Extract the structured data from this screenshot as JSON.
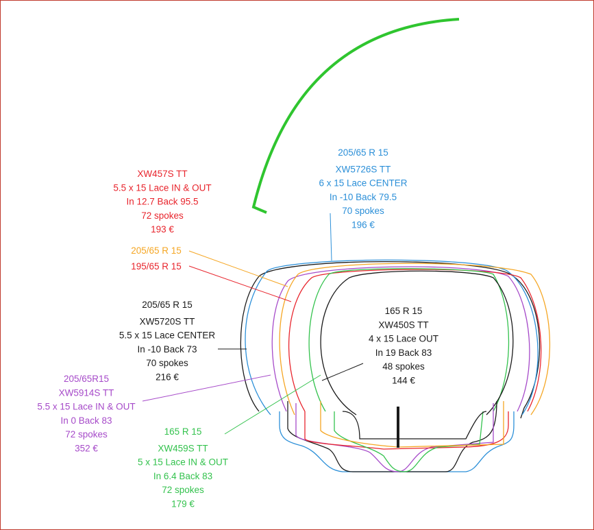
{
  "colors": {
    "red": "#e8242c",
    "blue": "#2b8fd8",
    "orange": "#f5a623",
    "black": "#1a1a1a",
    "purple": "#a64ac9",
    "green": "#33c24d",
    "bright_green": "#2fc52f",
    "frame": "#c0392b"
  },
  "labels": {
    "red_block": [
      "XW457S TT",
      "5.5 x 15 Lace IN & OUT",
      "In 12.7 Back 95.5",
      "72 spokes",
      "193 €"
    ],
    "blue_block": [
      "205/65 R 15",
      "XW5726S TT",
      "6 x 15 Lace CENTER",
      "In -10 Back 79.5",
      "70 spokes",
      "196 €"
    ],
    "orange_tire": "205/65 R 15",
    "red_tire": "195/65 R 15",
    "black_block": [
      "205/65 R 15",
      "XW5720S TT",
      "5.5 x 15 Lace CENTER",
      "In -10 Back 73",
      "70 spokes",
      "216 €"
    ],
    "inner_block": [
      "165 R 15",
      "XW450S TT",
      "4 x 15 Lace OUT",
      "In 19 Back 83",
      "48 spokes",
      "144 €"
    ],
    "purple_block": [
      "205/65R15",
      "XW5914S TT",
      "5.5 x 15 Lace IN & OUT",
      "In 0 Back 83",
      "72 spokes",
      "352 €"
    ],
    "green_block": [
      "165 R 15",
      "XW459S TT",
      "5 x 15 Lace IN & OUT",
      "In 6.4 Back 83",
      "72 spokes",
      "179 €"
    ]
  }
}
